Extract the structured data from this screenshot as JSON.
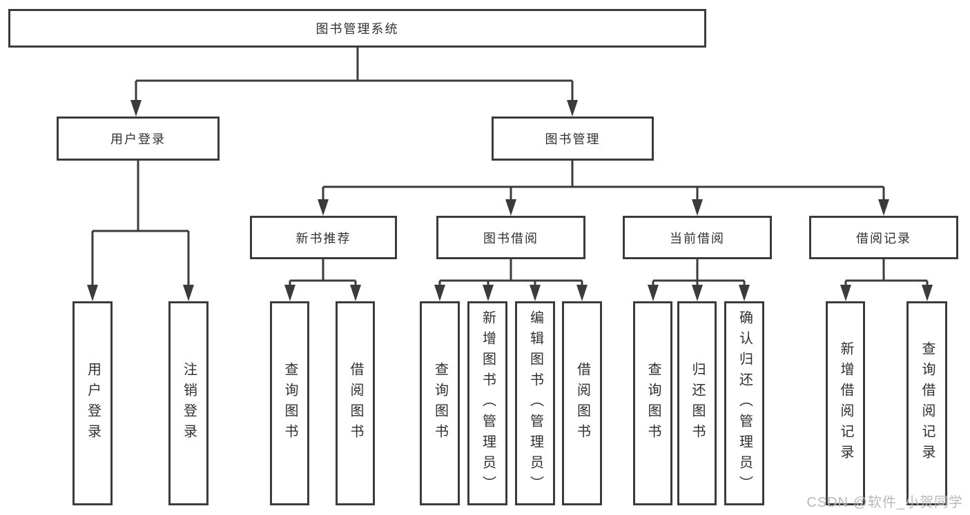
{
  "nodes": {
    "root": {
      "label": "图书管理系统"
    },
    "user_login": {
      "label": "用户登录"
    },
    "book_mgmt": {
      "label": "图书管理"
    },
    "new_books": {
      "label": "新书推荐"
    },
    "book_borrow": {
      "label": "图书借阅"
    },
    "current_borrow": {
      "label": "当前借阅"
    },
    "borrow_records": {
      "label": "借阅记录"
    },
    "leaf_user_login": {
      "label": "用户登录"
    },
    "leaf_logout": {
      "label": "注销登录"
    },
    "leaf_nb_query": {
      "label": "查询图书"
    },
    "leaf_nb_borrow": {
      "label": "借阅图书"
    },
    "leaf_bb_query": {
      "label": "查询图书"
    },
    "leaf_bb_add": {
      "label": "新增图书（管理员）"
    },
    "leaf_bb_edit": {
      "label": "编辑图书（管理员）"
    },
    "leaf_bb_borrow": {
      "label": "借阅图书"
    },
    "leaf_cb_query": {
      "label": "查询图书"
    },
    "leaf_cb_return": {
      "label": "归还图书"
    },
    "leaf_cb_confirm": {
      "label": "确认归还（管理员）"
    },
    "leaf_br_add": {
      "label": "新增借阅记录"
    },
    "leaf_br_query": {
      "label": "查询借阅记录"
    }
  },
  "watermark": {
    "text": "CSDN @软件_小贺同学"
  },
  "colors": {
    "background": "#ffffff",
    "line": "#3b3b3b",
    "box_border": "#3b3b3b",
    "text": "#303030",
    "watermark": "#b9b9b9"
  }
}
